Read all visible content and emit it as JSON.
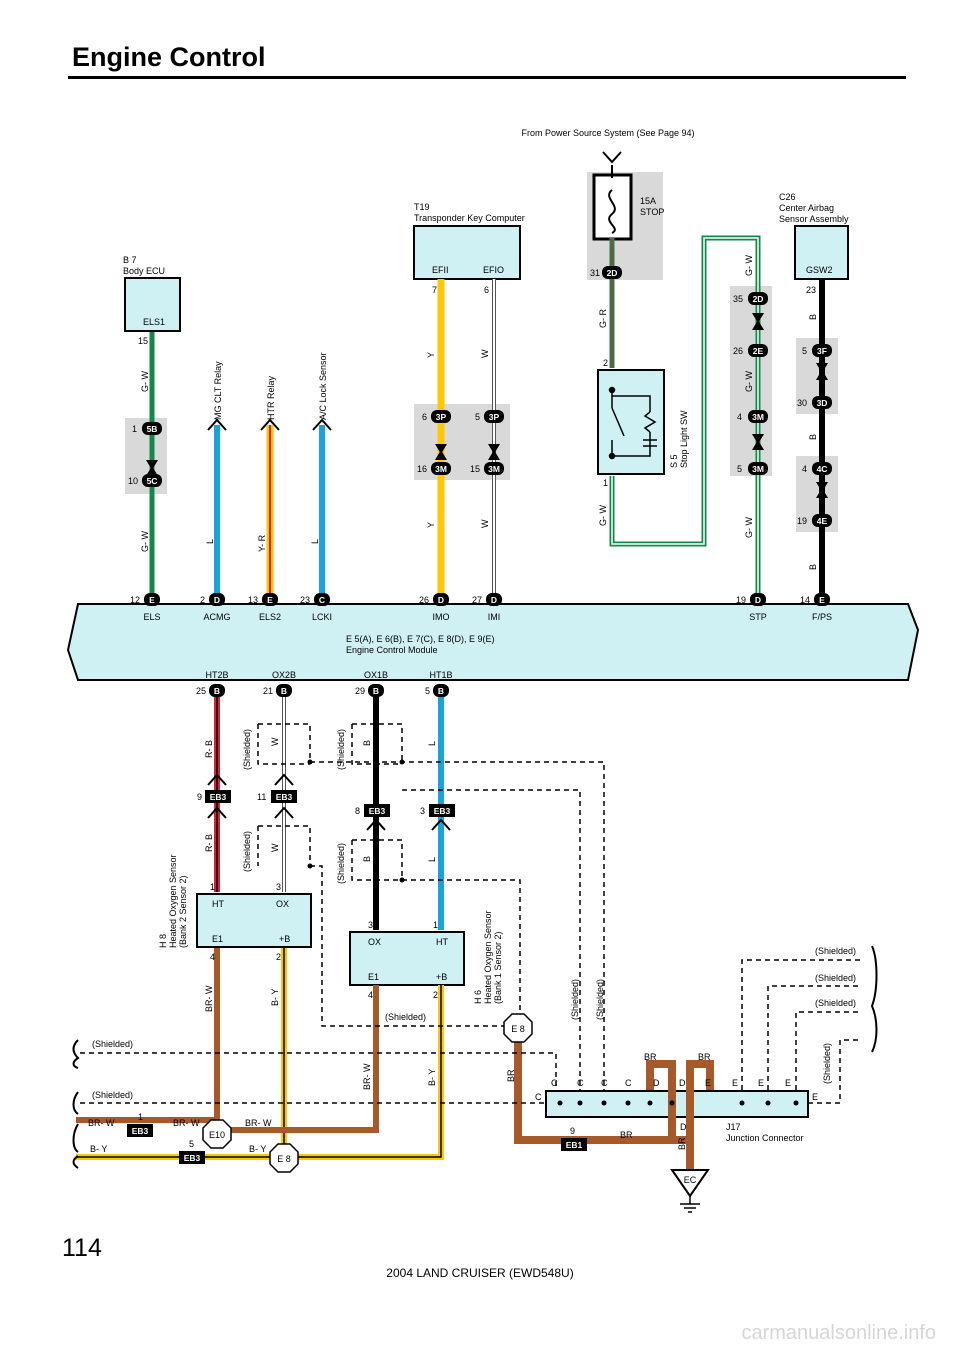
{
  "page": {
    "title": "Engine Control",
    "number": "114",
    "footer": "2004 LAND CRUISER (EWD548U)",
    "watermark": "carmanualsonline.info"
  },
  "source_note": "From Power Source System (See Page 94)",
  "ecm": {
    "refs": "E 5(A), E 6(B), E 7(C), E 8(D), E 9(E)",
    "name": "Engine Control Module",
    "top_terminals": [
      {
        "pin": "12",
        "conn": "E",
        "label": "ELS"
      },
      {
        "pin": "2",
        "conn": "D",
        "label": "ACMG"
      },
      {
        "pin": "13",
        "conn": "E",
        "label": "ELS2"
      },
      {
        "pin": "23",
        "conn": "C",
        "label": "LCKI"
      },
      {
        "pin": "26",
        "conn": "D",
        "label": "IMO"
      },
      {
        "pin": "27",
        "conn": "D",
        "label": "IMI"
      },
      {
        "pin": "19",
        "conn": "D",
        "label": "STP"
      },
      {
        "pin": "14",
        "conn": "E",
        "label": "F/PS"
      }
    ],
    "bottom_terminals": [
      {
        "pin": "25",
        "conn": "B",
        "label": "HT2B"
      },
      {
        "pin": "21",
        "conn": "B",
        "label": "OX2B"
      },
      {
        "pin": "29",
        "conn": "B",
        "label": "OX1B"
      },
      {
        "pin": "5",
        "conn": "B",
        "label": "HT1B"
      }
    ]
  },
  "components": {
    "body_ecu": {
      "code": "B 7",
      "name": "Body ECU",
      "terminal": "ELS1",
      "pin": "15"
    },
    "transponder": {
      "code": "T19",
      "name": "Transponder Key Computer",
      "t1": "EFII",
      "t2": "EFIO",
      "p1": "7",
      "p2": "6"
    },
    "fuse": {
      "rating": "15A",
      "name": "STOP",
      "pin": "31",
      "conn": "2D"
    },
    "stop_sw": {
      "code": "S 5",
      "name": "Stop Light SW",
      "p_in": "2",
      "p_out": "1"
    },
    "airbag": {
      "code": "C26",
      "name1": "Center Airbag",
      "name2": "Sensor Assembly",
      "terminal": "GSW2",
      "pin": "23"
    },
    "h8": {
      "code": "H 8",
      "name1": "Heated Oxygen Sensor",
      "name2": "(Bank 2 Sensor 2)",
      "ht": "HT",
      "ox": "OX",
      "e1": "E1",
      "b": "+B",
      "p_ht": "1",
      "p_ox": "3",
      "p_e1": "4",
      "p_b": "2"
    },
    "h6": {
      "code": "H 6",
      "name1": "Heated Oxygen Sensor",
      "name2": "(Bank 1 Sensor 2)",
      "ht": "HT",
      "ox": "OX",
      "e1": "E1",
      "b": "+B",
      "p_ht": "1",
      "p_ox": "3",
      "p_e1": "4",
      "p_b": "2"
    },
    "j17": {
      "code": "J17",
      "name": "Junction Connector"
    }
  },
  "relay_labels": {
    "mg_clt": "MG CLT Relay",
    "htr": "HTR Relay",
    "ac_lock": "A/C Lock Sensor"
  },
  "wire_colors": {
    "gw": "G- W",
    "l": "L",
    "yr": "Y- R",
    "y": "Y",
    "w": "W",
    "gr": "G- R",
    "b": "B",
    "rb": "R- B",
    "brw": "BR- W",
    "by": "B- Y",
    "br": "BR",
    "shielded": "(Shielded)"
  },
  "connectors": {
    "c5b": "5B",
    "c5c": "5C",
    "c5b_pin": "1",
    "c5c_pin": "10",
    "c3p": "3P",
    "c3m": "3M",
    "p3p_a": "6",
    "p3p_b": "5",
    "p3m_a": "16",
    "p3m_b": "15",
    "c2d": "2D",
    "c2e": "2E",
    "p2d": "35",
    "p2e": "26",
    "p3m_c": "4",
    "p3m_d": "5",
    "c3f": "3F",
    "c3d": "3D",
    "c4c": "4C",
    "c4e": "4E",
    "p3f": "5",
    "p3d": "30",
    "p4c": "4",
    "p4e": "19",
    "eb3": "EB3",
    "eb1": "EB1",
    "e10": "E10",
    "e8": "E 8",
    "ec": "EC",
    "eb3_9": "9",
    "eb3_11": "11",
    "eb3_8": "8",
    "eb3_3": "3",
    "eb3_1": "1",
    "eb3_5": "5",
    "eb1_9": "9"
  },
  "junction_letters": [
    "C",
    "C",
    "C",
    "C",
    "D",
    "D",
    "E",
    "E",
    "E"
  ],
  "colors": {
    "green": "#0f8a4a",
    "light_blue": "#19a3dc",
    "yellow": "#ffc700",
    "brown": "#a65a2a",
    "red": "#d0243a",
    "cyan_bg": "#cff1f3",
    "gray_bg": "#d9d9d9"
  }
}
